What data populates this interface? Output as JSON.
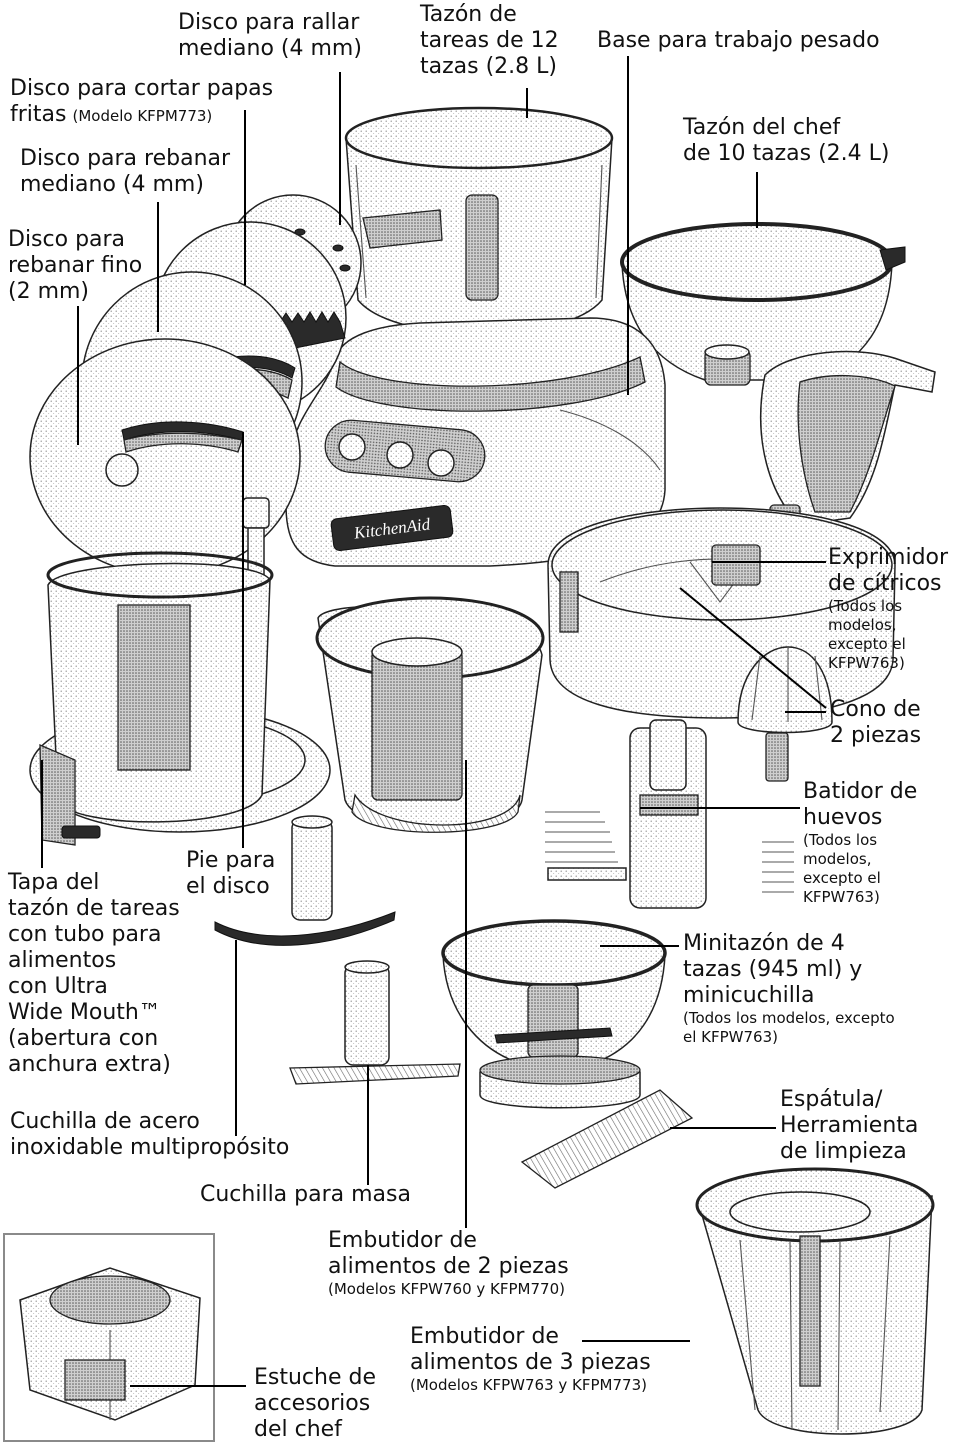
{
  "logo": "KitchenAid",
  "labels": {
    "disco_rallar": {
      "lines": [
        "Disco para rallar",
        "mediano (4 mm)"
      ]
    },
    "tazon_tareas": {
      "lines": [
        "Tazón de",
        "tareas de 12",
        "tazas (2.8 L)"
      ]
    },
    "base": {
      "lines": [
        "Base para trabajo pesado"
      ]
    },
    "disco_papas": {
      "lines": [
        "Disco para cortar papas",
        "fritas"
      ],
      "note": "(Modelo KFPM773)"
    },
    "tazon_chef": {
      "lines": [
        "Tazón del chef",
        "de 10 tazas (2.4 L)"
      ]
    },
    "disco_rebanar_mediano": {
      "lines": [
        "Disco para rebanar",
        "mediano (4 mm)"
      ]
    },
    "disco_rebanar_fino": {
      "lines": [
        "Disco para",
        "rebanar fino",
        "(2 mm)"
      ]
    },
    "exprimidor": {
      "lines": [
        "Exprimidor",
        "de cítricos"
      ],
      "notes": [
        "(Todos los",
        "modelos,",
        "excepto el",
        "KFPW763)"
      ]
    },
    "cono": {
      "lines": [
        "Cono de",
        "2 piezas"
      ]
    },
    "batidor": {
      "lines": [
        "Batidor de",
        "huevos"
      ],
      "notes": [
        "(Todos los",
        "modelos,",
        "excepto el",
        "KFPW763)"
      ]
    },
    "pie_disco": {
      "lines": [
        "Pie para",
        "el disco"
      ]
    },
    "tapa": {
      "lines": [
        "Tapa del",
        "tazón de tareas",
        "con tubo para",
        "alimentos",
        "con Ultra",
        "Wide Mouth™",
        "(abertura con",
        "anchura extra)"
      ]
    },
    "minitazon": {
      "lines": [
        "Minitazón de 4",
        "tazas (945 ml) y",
        "minicuchilla"
      ],
      "notes": [
        "(Todos los modelos, excepto",
        "el KFPW763)"
      ]
    },
    "cuchilla_acero": {
      "lines": [
        "Cuchilla de acero",
        "inoxidable multipropósito"
      ]
    },
    "espatula": {
      "lines": [
        "Espátula/",
        "Herramienta",
        "de limpieza"
      ]
    },
    "cuchilla_masa": {
      "lines": [
        "Cuchilla para masa"
      ]
    },
    "embutidor_2": {
      "lines": [
        "Embutidor de",
        "alimentos de 2 piezas"
      ],
      "note": "(Modelos KFPW760 y KFPM770)"
    },
    "embutidor_3": {
      "lines": [
        "Embutidor de",
        "alimentos de 3 piezas"
      ],
      "note": "(Modelos KFPW763 y KFPM773)"
    },
    "estuche": {
      "lines": [
        "Estuche de",
        "accesorios",
        "del chef"
      ]
    }
  }
}
